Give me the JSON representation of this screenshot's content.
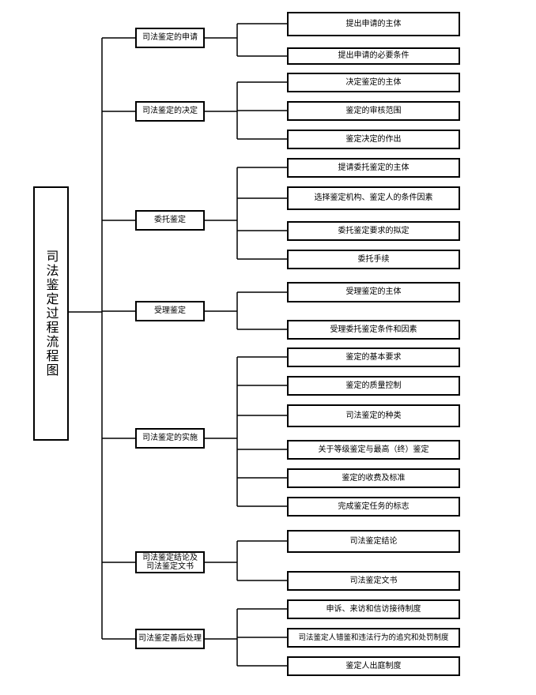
{
  "diagram": {
    "root": "司法鉴定过程流程图",
    "branches": [
      {
        "label": "司法鉴定的申请",
        "children": [
          "提出申请的主体",
          "提出申请的必要条件"
        ]
      },
      {
        "label": "司法鉴定的决定",
        "children": [
          "决定鉴定的主体",
          "鉴定的审核范围",
          "鉴定决定的作出"
        ]
      },
      {
        "label": "委托鉴定",
        "children": [
          "提请委托鉴定的主体",
          "选择鉴定机构、鉴定人的条件因素",
          "委托鉴定要求的拟定",
          "委托手续"
        ]
      },
      {
        "label": "受理鉴定",
        "children": [
          "受理鉴定的主体",
          "受理委托鉴定条件和因素"
        ]
      },
      {
        "label": "司法鉴定的实施",
        "children": [
          "鉴定的基本要求",
          "鉴定的质量控制",
          "司法鉴定的种类",
          "关于等级鉴定与最高（终）鉴定",
          "鉴定的收费及标准",
          "完成鉴定任务的标志"
        ]
      },
      {
        "label": "司法鉴定结论及司法鉴定文书",
        "children": [
          "司法鉴定结论",
          "司法鉴定文书"
        ]
      },
      {
        "label": "司法鉴定善后处理",
        "children": [
          "申诉、来访和信访接待制度",
          "司法鉴定人错鉴和违法行为的追究和处罚制度",
          "鉴定人出庭制度"
        ]
      }
    ]
  }
}
